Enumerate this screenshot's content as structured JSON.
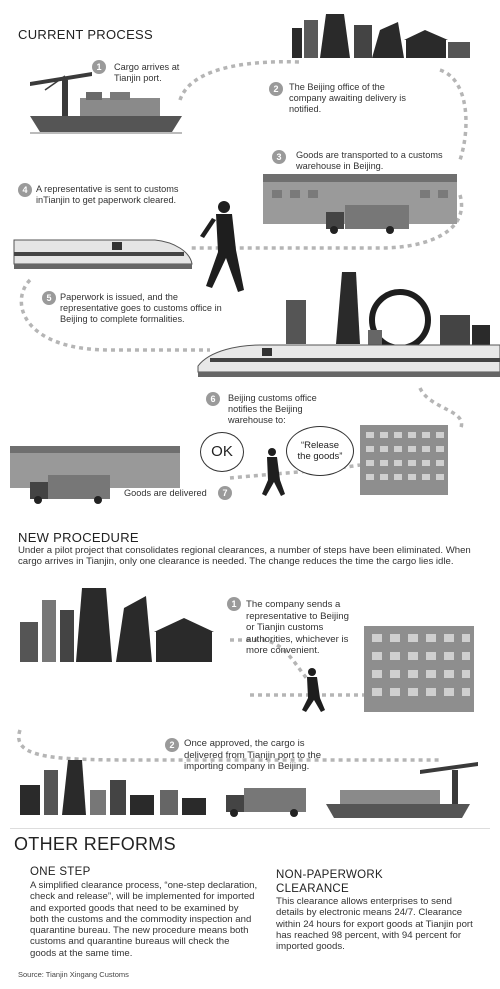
{
  "current_process": {
    "title": "CURRENT PROCESS",
    "steps": [
      {
        "num": "1",
        "text": "Cargo arrives at Tianjin port."
      },
      {
        "num": "2",
        "text": "The Beijing office of the company awaiting delivery is notified."
      },
      {
        "num": "3",
        "text": "Goods are transported to a customs warehouse in Beijing."
      },
      {
        "num": "4",
        "text": "A representative is sent to customs inTianjin to get paperwork cleared."
      },
      {
        "num": "5",
        "text": "Paperwork is issued, and the representative goes to customs office in Beijing to complete formalities."
      },
      {
        "num": "6",
        "text": "Beijing customs office notifies the Beijing warehouse to:"
      },
      {
        "num": "7",
        "text": "Goods are delivered"
      }
    ],
    "bubble_ok": "OK",
    "bubble_release": "“Release the goods”"
  },
  "new_procedure": {
    "title": "NEW PROCEDURE",
    "intro": "Under a pilot project that consolidates regional clearances, a number of steps have been eliminated. When cargo arrives in Tianjin, only one clearance is needed. The change reduces the time the cargo lies idle.",
    "steps": [
      {
        "num": "1",
        "text": "The company sends a representative to Beijing or Tianjin customs authorities, whichever is more convenient."
      },
      {
        "num": "2",
        "text": "Once approved, the cargo is delivered from Tianjin port to the importing company in Beijing."
      }
    ]
  },
  "other_reforms": {
    "title": "OTHER REFORMS",
    "one_step": {
      "title": "ONE STEP",
      "text": "A simplified clearance process, “one-step declaration, check and release”, will be implemented for imported and exported goods that need to be examined by both the customs and the commodity inspection and quarantine bureau. The new procedure means both customs and quarantine bureaus will check the goods at the same time."
    },
    "non_paperwork": {
      "title": "NON-PAPERWORK CLEARANCE",
      "text": "This clearance allows enterprises to send details by electronic means 24/7. Clearance within 24 hours for export goods at Tianjin port has reached 98 percent, with 94 percent for imported goods."
    }
  },
  "source": "Source: Tianjin Xingang Customs"
}
